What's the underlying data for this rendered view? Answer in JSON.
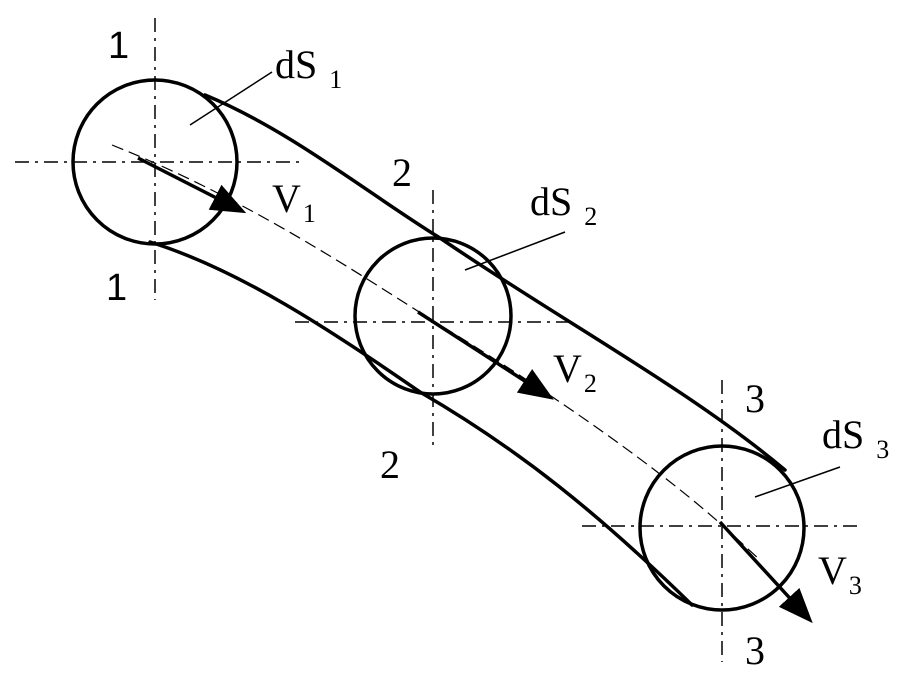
{
  "sections": {
    "s1": {
      "top_label": "1",
      "bottom_label": "1"
    },
    "s2": {
      "top_label": "2",
      "bottom_label": "2"
    },
    "s3": {
      "top_label": "3",
      "bottom_label": "3"
    }
  },
  "areas": {
    "a1": {
      "main": "dS",
      "sub": "1"
    },
    "a2": {
      "main": "dS",
      "sub": "2"
    },
    "a3": {
      "main": "dS",
      "sub": "3"
    }
  },
  "velocities": {
    "v1": {
      "main": "V",
      "sub": "1"
    },
    "v2": {
      "main": "V",
      "sub": "2"
    },
    "v3": {
      "main": "V",
      "sub": "3"
    }
  },
  "colors": {
    "ink": "#000000",
    "background": "#ffffff"
  }
}
